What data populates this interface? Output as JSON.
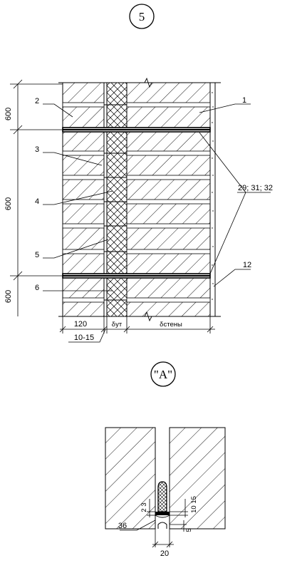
{
  "figure_number": "5",
  "detail_title": "\"A\"",
  "dimensions": {
    "left_spacing_top": "600",
    "left_spacing_mid": "600",
    "left_spacing_bottom": "600",
    "bottom_facing": "120",
    "bottom_gap": "10-15",
    "bottom_insulation": "δут",
    "bottom_wall": "δстены"
  },
  "callouts": {
    "c1": "1",
    "c2": "2",
    "c3": "3",
    "c4": "4",
    "c5": "5",
    "c6": "6",
    "c12": "12",
    "c29": "29; 31; 32"
  },
  "detail": {
    "dim_2_3": "2  3",
    "dim_10_15": "10  15",
    "dim_5": "5",
    "dim_20": "20",
    "callout_36": "36"
  }
}
